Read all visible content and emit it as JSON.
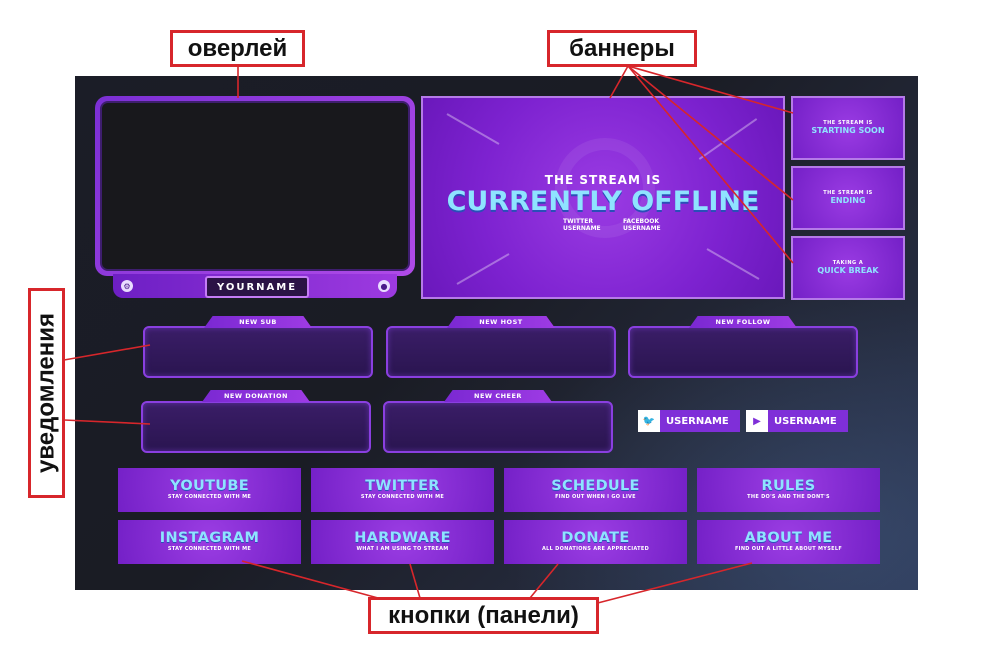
{
  "callouts": {
    "overlay": "оверлей",
    "banners": "баннеры",
    "alerts": "уведомления",
    "buttons": "кнопки (панели)"
  },
  "webcam": {
    "name": "YOURNAME",
    "left_icon": "steam-icon",
    "right_icon": "user-icon"
  },
  "offline_banner": {
    "line1": "THE STREAM IS",
    "line2": "CURRENTLY OFFLINE",
    "socials": [
      {
        "network": "TWITTER",
        "handle": "USERNAME"
      },
      {
        "network": "FACEBOOK",
        "handle": "USERNAME"
      }
    ]
  },
  "small_banners": [
    {
      "line1": "THE STREAM IS",
      "line2": "STARTING SOON"
    },
    {
      "line1": "THE STREAM IS",
      "line2": "ENDING"
    },
    {
      "line1": "TAKING A",
      "line2": "QUICK BREAK"
    }
  ],
  "alerts": [
    {
      "label": "NEW SUB"
    },
    {
      "label": "NEW HOST"
    },
    {
      "label": "NEW FOLLOW"
    },
    {
      "label": "NEW DONATION"
    },
    {
      "label": "NEW CHEER"
    }
  ],
  "social_tags": [
    {
      "icon": "twitter-icon",
      "label": "USERNAME"
    },
    {
      "icon": "youtube-icon",
      "label": "USERNAME"
    }
  ],
  "panels": [
    {
      "title": "YOUTUBE",
      "subtitle": "STAY CONNECTED WITH ME"
    },
    {
      "title": "TWITTER",
      "subtitle": "STAY CONNECTED WITH ME"
    },
    {
      "title": "SCHEDULE",
      "subtitle": "FIND OUT WHEN I GO LIVE"
    },
    {
      "title": "RULES",
      "subtitle": "THE DO'S AND THE DONT'S"
    },
    {
      "title": "INSTAGRAM",
      "subtitle": "STAY CONNECTED WITH ME"
    },
    {
      "title": "HARDWARE",
      "subtitle": "WHAT I AM USING TO STREAM"
    },
    {
      "title": "DONATE",
      "subtitle": "ALL DONATIONS ARE APPRECIATED"
    },
    {
      "title": "ABOUT ME",
      "subtitle": "FIND OUT A LITTLE ABOUT MYSELF"
    }
  ],
  "colors": {
    "accent_purple": "#7d22d0",
    "title_cyan": "#8fe3ff",
    "callout_red": "#d7262b"
  }
}
